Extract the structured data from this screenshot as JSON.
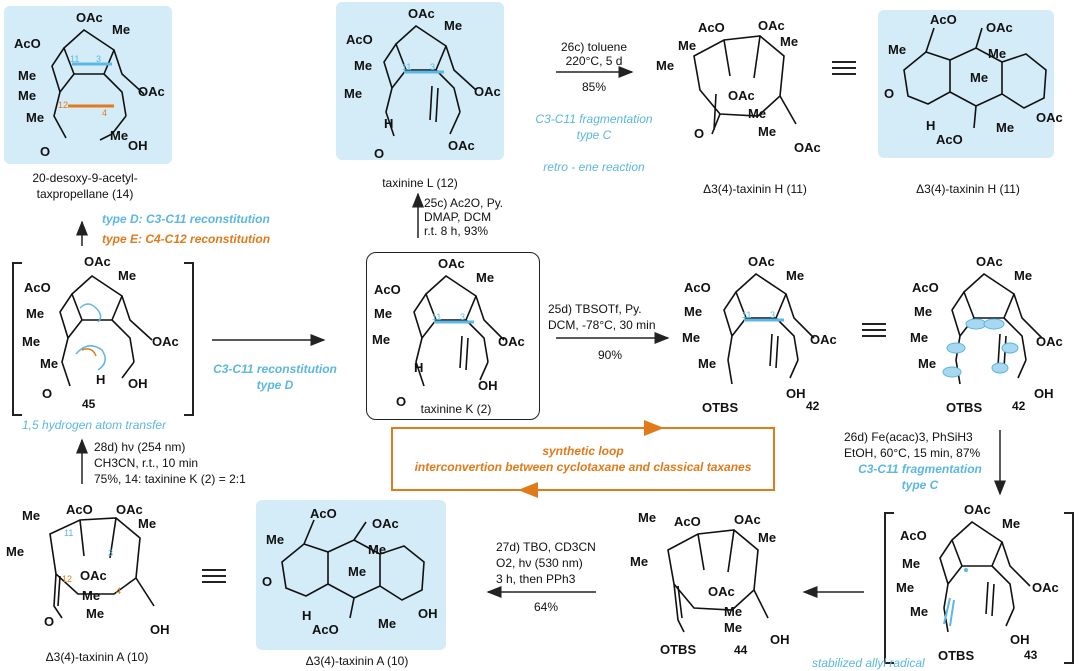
{
  "compounds": {
    "c14": {
      "label_line1": "20-desoxy-9-acetyl-",
      "label_line2": "taxpropellane (14)"
    },
    "c12": {
      "label": "taxinine L (12)"
    },
    "c11a": {
      "label": "Δ3(4)-taxinin H (11)"
    },
    "c11b": {
      "label": "Δ3(4)-taxinin H (11)"
    },
    "c45": {
      "number": "45"
    },
    "c2": {
      "label": "taxinine K (2)"
    },
    "c42a": {
      "number": "42"
    },
    "c42b": {
      "number": "42"
    },
    "c10a": {
      "label": "Δ3(4)-taxinin A (10)"
    },
    "c10b": {
      "label": "Δ3(4)-taxinin A (10)"
    },
    "c44": {
      "number": "44"
    },
    "c43": {
      "number": "43"
    }
  },
  "atoms": {
    "oac": "OAc",
    "aco": "AcO",
    "me": "Me",
    "oh": "OH",
    "otbs": "OTBS",
    "h": "H",
    "o": "O",
    "n11": "11",
    "n3": "3",
    "n12": "12",
    "n4": "4"
  },
  "reactions": {
    "r26c": {
      "line1": "26c) toluene",
      "line2": "220°C, 5 d",
      "yield": "85%",
      "type1": "C3-C11 fragmentation",
      "type2": "type C",
      "note": "retro - ene reaction"
    },
    "r25c": {
      "line1": "25c) Ac2O, Py.",
      "line2": "DMAP, DCM",
      "line3": "r.t. 8 h, 93%"
    },
    "r_up": {
      "type_d": "type D: C3-C11 reconstitution",
      "type_e": "type E: C4-C12 reconstitution"
    },
    "r_mid": {
      "line1": "C3-C11 reconstitution",
      "line2": "type D",
      "hat": "1,5 hydrogen atom transfer"
    },
    "r25d": {
      "line1": "25d) TBSOTf, Py.",
      "line2": "DCM, -78°C, 30 min",
      "yield": "90%"
    },
    "r28d": {
      "line1": "28d) hν (254 nm)",
      "line2": "CH3CN, r.t., 10 min",
      "line3": "75%, 14: taxinine K (2) = 2:1"
    },
    "loop": {
      "line1": "synthetic loop",
      "line2": "interconvertion between cyclotaxane and classical taxanes"
    },
    "r26d": {
      "line1": "26d) Fe(acac)3, PhSiH3",
      "line2": "EtOH, 60°C, 15 min, 87%",
      "type1": "C3-C11 fragmentation",
      "type2": "type C"
    },
    "r27d": {
      "line1": "27d) TBO, CD3CN",
      "line2": "O2, hν (530 nm)",
      "line3": "3 h, then PPh3",
      "yield": "64%"
    },
    "radical": {
      "note": "stabilized allyl radical"
    }
  },
  "equiv": "≡",
  "colors": {
    "highlight_box": "#d3ecf8",
    "blue": "#5bb7e3",
    "orange": "#e07a1a"
  }
}
